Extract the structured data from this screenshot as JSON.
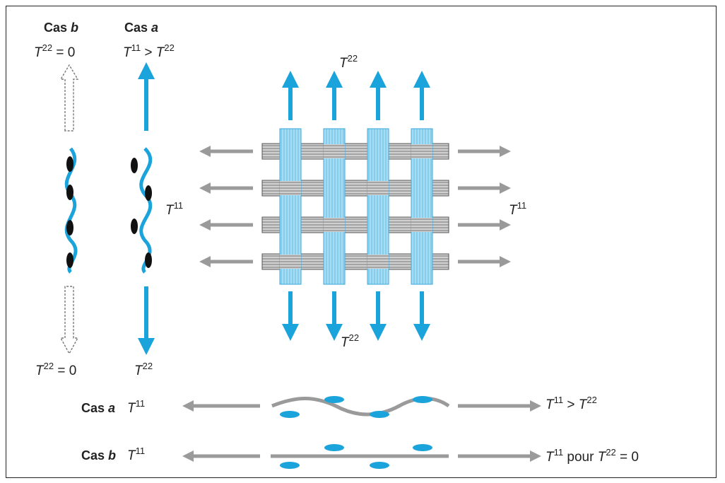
{
  "labels": {
    "cas_b_top": "Cas",
    "cas_b_top_letter": "b",
    "cas_a_top": "Cas",
    "cas_a_top_letter": "a",
    "eq_zero_sym": "T",
    "eq_zero_sup": "22",
    "eq_zero_rest": " = 0",
    "eq_gt_sym1": "T",
    "eq_gt_sup1": "11",
    "eq_gt_mid": " > ",
    "eq_gt_sym2": "T",
    "eq_gt_sup2": "22",
    "t22_sym": "T",
    "t22_sup": "22",
    "t11_sym": "T",
    "t11_sup": "11",
    "row_a_case": "Cas",
    "row_a_letter": "a",
    "row_b_case": "Cas",
    "row_b_letter": "b",
    "pour": " pour ",
    "eq_zero_short": " = 0"
  },
  "colors": {
    "blue": "#1ba3dc",
    "gray": "#9a9a9a",
    "dark": "#222222"
  }
}
